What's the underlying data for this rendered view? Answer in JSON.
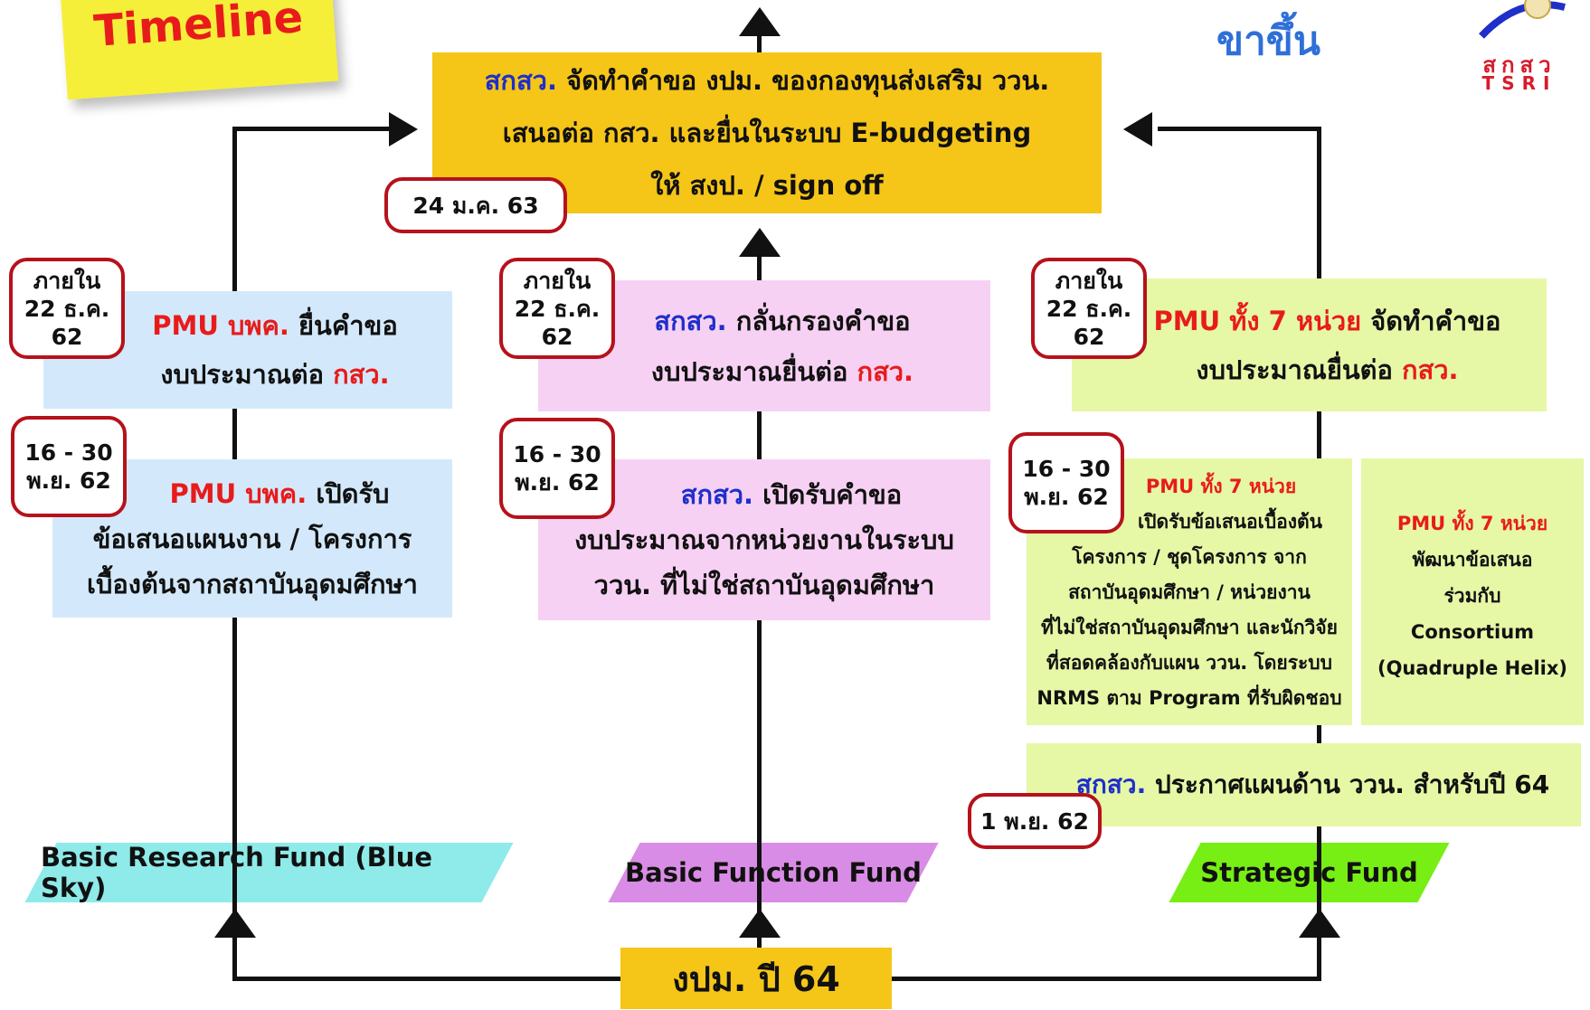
{
  "header": {
    "note_label": "Timeline",
    "direction_label": "ขาขึ้น",
    "logo_thai": "สกสว",
    "logo_en": "TSRI"
  },
  "top_box": {
    "line1_org": "สกสว.",
    "line1_text": "จัดทำคำขอ งปม. ของกองทุนส่งเสริม ววน.",
    "line2": "เสนอต่อ กสว. และยื่นในระบบ E-budgeting",
    "line3": "ให้ สงป. / sign off",
    "date": "24 ม.ค. 63"
  },
  "left_column": {
    "step2_date": "ภายใน 22 ธ.ค. 62",
    "step2_org": "PMU บพค.",
    "step2_text": "ยื่นคำขอ",
    "step2_line2": "งบประมาณต่อ",
    "step2_target": "กสว.",
    "step1_date": "16 - 30 พ.ย. 62",
    "step1_org": "PMU บพค.",
    "step1_text": "เปิดรับ",
    "step1_line2": "ข้อเสนอแผนงาน / โครงการ",
    "step1_line3": "เบื้องต้นจากสถาบันอุดมศึกษา",
    "fund": "Basic Research Fund (Blue Sky)"
  },
  "middle_column": {
    "step2_date": "ภายใน 22 ธ.ค. 62",
    "step2_org": "สกสว.",
    "step2_text": "กลั่นกรองคำขอ",
    "step2_line2": "งบประมาณยื่นต่อ",
    "step2_target": "กสว.",
    "step1_date": "16 - 30 พ.ย. 62",
    "step1_org": "สกสว.",
    "step1_text": "เปิดรับคำขอ",
    "step1_line2": "งบประมาณจากหน่วยงานในระบบ",
    "step1_line3": "ววน. ที่ไม่ใช่สถาบันอุดมศึกษา",
    "fund": "Basic Function Fund"
  },
  "right_column": {
    "step3_date": "ภายใน 22 ธ.ค. 62",
    "step3_org": "PMU ทั้ง 7 หน่วย",
    "step3_text": "จัดทำคำขอ",
    "step3_line2": "งบประมาณยื่นต่อ",
    "step3_target": "กสว.",
    "step2_date": "16 - 30 พ.ย. 62",
    "step2a_org": "PMU ทั้ง 7 หน่วย",
    "step2a_lines": [
      "เปิดรับข้อเสนอเบื้องต้น",
      "โครงการ / ชุดโครงการ จาก",
      "สถาบันอุดมศึกษา / หน่วยงาน",
      "ที่ไม่ใช่สถาบันอุดมศึกษา และนักวิจัย",
      "ที่สอดคล้องกับแผน ววน. โดยระบบ",
      "NRMS ตาม Program ที่รับผิดชอบ"
    ],
    "step2b_org": "PMU ทั้ง 7 หน่วย",
    "step2b_lines": [
      "พัฒนาข้อเสนอ",
      "ร่วมกับ",
      "Consortium",
      "(Quadruple Helix)"
    ],
    "step1_date": "1 พ.ย. 62",
    "step1_org": "สกสว.",
    "step1_text": "ประกาศแผนด้าน ววน. สำหรับปี 64",
    "fund": "Strategic Fund"
  },
  "bottom_box": {
    "label": "งปม. ปี 64"
  },
  "colors": {
    "yellow": "#f5c518",
    "light_blue": "#d3e9fb",
    "pink": "#f7d1f4",
    "light_green": "#e6f7a6",
    "cyan_fund": "#8feaea",
    "magenta_fund": "#d98ce5",
    "green_fund": "#77ee14",
    "date_border": "#b5121b",
    "org_blue": "#1f2fc9",
    "target_red": "#e81b1b"
  }
}
